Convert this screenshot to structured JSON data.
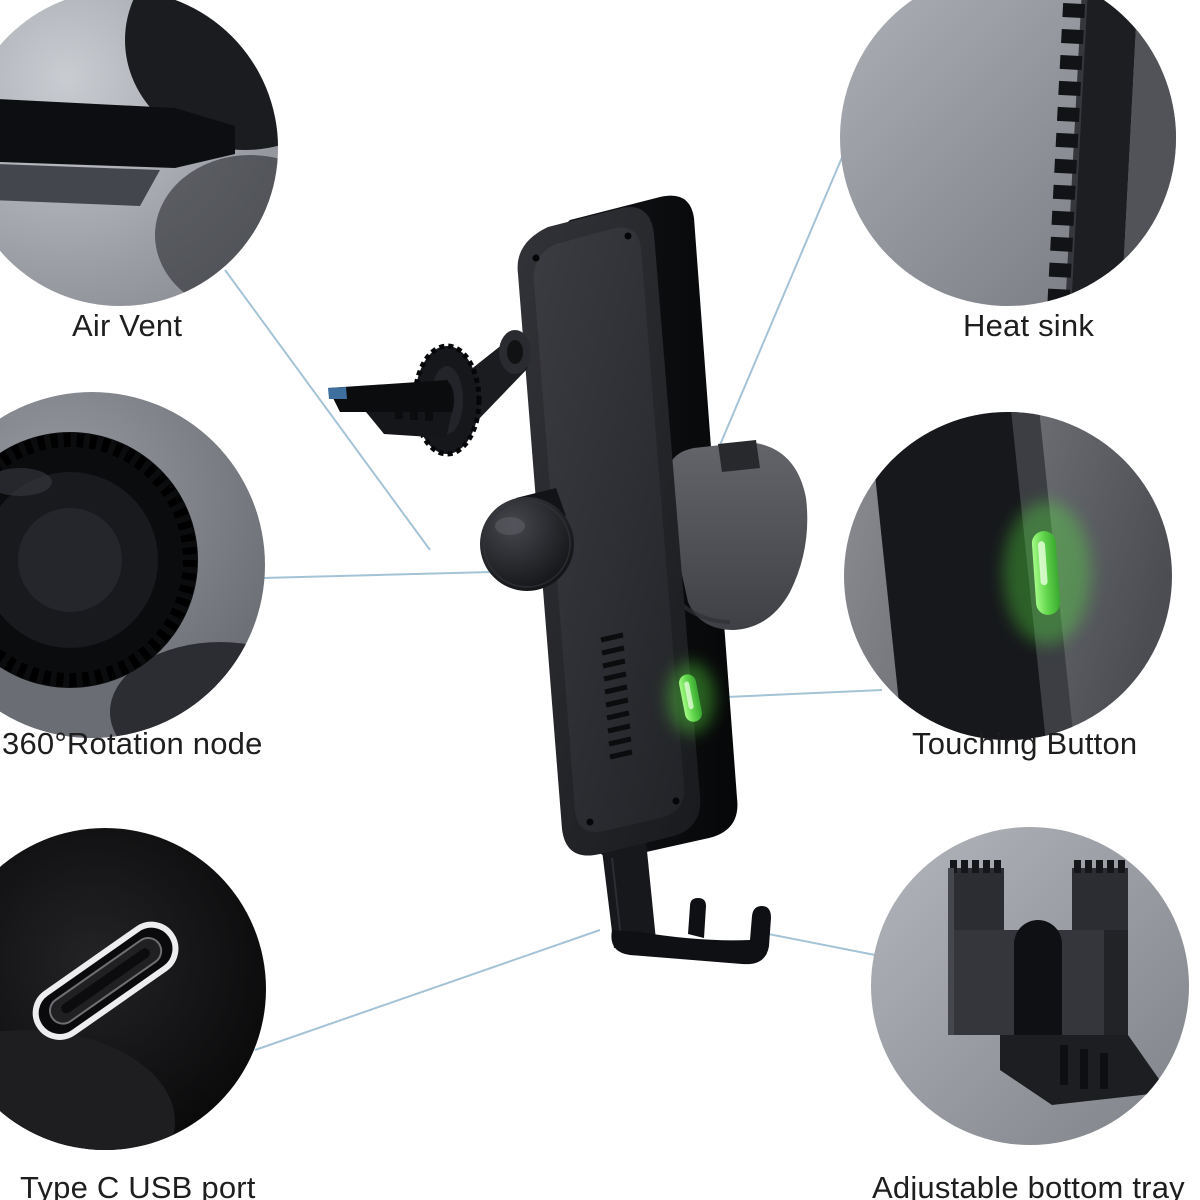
{
  "figure": {
    "kind": "product-feature-callout-diagram",
    "background": "#ffffff"
  },
  "callouts": [
    {
      "id": "air-vent",
      "label": "Air Vent",
      "photo": "close-up of air vent clip jaw"
    },
    {
      "id": "heat-sink",
      "label": "Heat sink",
      "photo": "close-up of heat sink fins"
    },
    {
      "id": "rotation-node",
      "label": "360°Rotation node",
      "photo": "close-up of knurled 360 rotation knob"
    },
    {
      "id": "touching-button",
      "label": "Touching Button",
      "photo": "close-up of green touch button"
    },
    {
      "id": "usb-port",
      "label": "Type C USB port",
      "photo": "close-up of USB type-C socket"
    },
    {
      "id": "bottom-tray",
      "label": "Adjustable bottom tray",
      "photo": "close-up of adjustable bottom tray bracket"
    }
  ],
  "colors": {
    "leader_line": "#a4c3d6",
    "label_text": "#1e1e1e",
    "button_green": "#5fd44a",
    "device_body": "#1b1c1f",
    "clamp_gray": "#55575c"
  }
}
